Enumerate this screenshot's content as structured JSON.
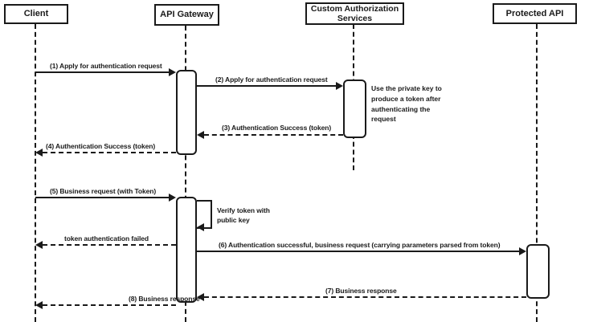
{
  "diagram": {
    "type": "uml-sequence-diagram",
    "colors": {
      "line": "#1a1a1a",
      "background": "#ffffff",
      "box_fill": "#ffffff"
    },
    "participants": [
      {
        "label": "Client"
      },
      {
        "label": "API Gateway"
      },
      {
        "label": "Custom Authorization Services",
        "label_lines": [
          "Custom Authorization",
          "Services"
        ]
      },
      {
        "label": "Protected API"
      }
    ],
    "messages": [
      {
        "label": "(1) Apply for authentication request",
        "from": "Client",
        "to": "API Gateway",
        "style": "solid"
      },
      {
        "label": "(2) Apply for authentication request",
        "from": "API Gateway",
        "to": "Custom Authorization Services",
        "style": "solid"
      },
      {
        "label": "(3) Authentication Success (token)",
        "from": "Custom Authorization Services",
        "to": "API Gateway",
        "style": "dashed"
      },
      {
        "label": "(4) Authentication Success (token)",
        "from": "API Gateway",
        "to": "Client",
        "style": "dashed"
      },
      {
        "label": "(5) Business request (with Token)",
        "from": "Client",
        "to": "API Gateway",
        "style": "solid"
      },
      {
        "label": "Verify token with public key",
        "from": "API Gateway",
        "to": "API Gateway",
        "style": "self"
      },
      {
        "label": "token authentication failed",
        "from": "API Gateway",
        "to": "Client",
        "style": "dashed"
      },
      {
        "label": "(6) Authentication successful, business request (carrying parameters parsed from token)",
        "from": "API Gateway",
        "to": "Protected API",
        "style": "solid"
      },
      {
        "label": "(7) Business response",
        "from": "Protected API",
        "to": "API Gateway",
        "style": "dashed"
      },
      {
        "label": "(8) Business response",
        "from": "API Gateway",
        "to": "Client",
        "style": "dashed"
      }
    ],
    "notes": [
      {
        "text": "Use the private key to produce a token after authenticating the request",
        "attached_to": "Custom Authorization Services"
      }
    ]
  }
}
